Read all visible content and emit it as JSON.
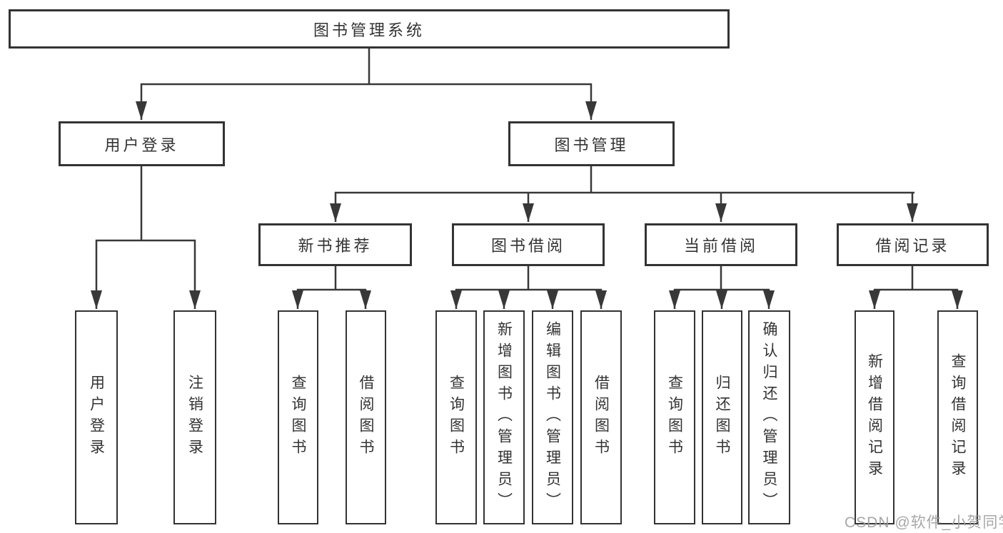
{
  "diagram": {
    "root": "图书管理系统",
    "login": {
      "label": "用户登录",
      "children": [
        "用户登录",
        "注销登录"
      ]
    },
    "mgmt": {
      "label": "图书管理",
      "groups": [
        {
          "label": "新书推荐",
          "children": [
            "查询图书",
            "借阅图书"
          ]
        },
        {
          "label": "图书借阅",
          "children": [
            "查询图书",
            "新增图书（管理员）",
            "编辑图书（管理员）",
            "借阅图书"
          ]
        },
        {
          "label": "当前借阅",
          "children": [
            "查询图书",
            "归还图书",
            "确认归还（管理员）"
          ]
        },
        {
          "label": "借阅记录",
          "children": [
            "新增借阅记录",
            "查询借阅记录"
          ]
        }
      ]
    }
  },
  "watermark": "CSDN @软件_小贺同学",
  "colors": {
    "line": "#383838",
    "box_border": "#333333",
    "text": "#333333",
    "watermark": "#9e9e9e",
    "background": "#ffffff"
  }
}
